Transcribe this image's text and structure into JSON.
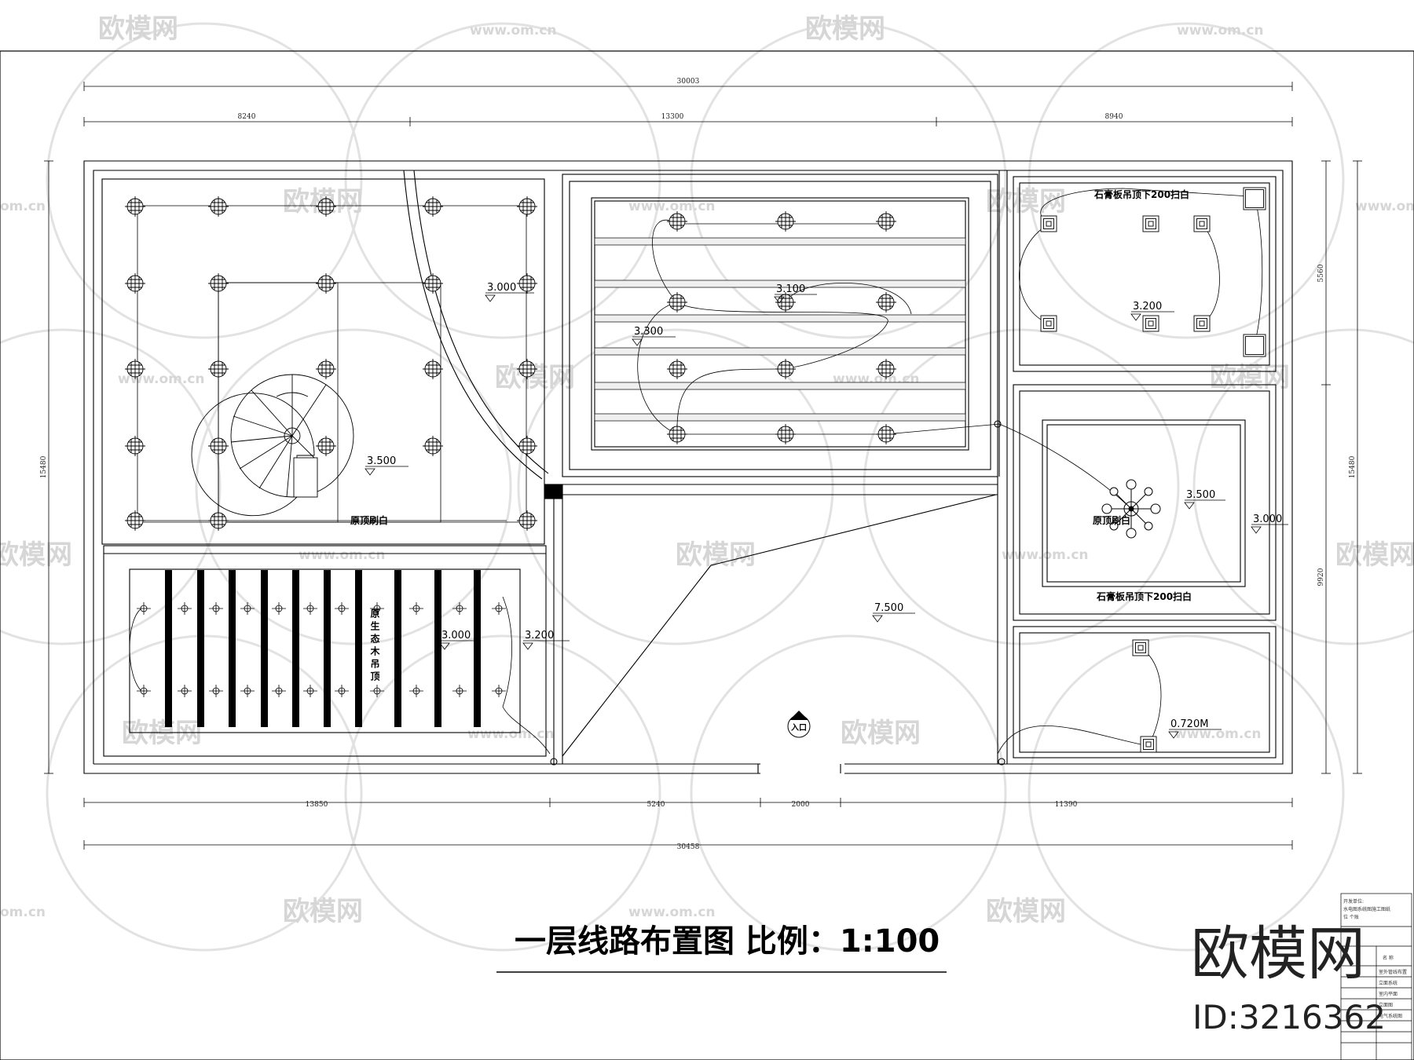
{
  "drawing": {
    "title": "一层线路布置图 比例：1:100",
    "dimensions": {
      "top_total": "30003",
      "top_segments": [
        "8240",
        "13300",
        "8940"
      ],
      "bottom_segments": [
        "13850",
        "5240",
        "2000",
        "11390"
      ],
      "bottom_total": "30458",
      "left_height": "15480",
      "right_height": "15480",
      "right_upper": "5560",
      "right_lower": "9920"
    },
    "elevations": {
      "nw_room": "3.000",
      "stair_area": "3.500",
      "center_upper": "3.100",
      "center_left": "3.300",
      "ne_room": "3.200",
      "east_room": "3.500",
      "east_side": "3.000",
      "hall": "7.500",
      "sw_inner": "3.000",
      "sw_outer": "3.200",
      "se_room": "0.720M"
    },
    "notes": {
      "ne_ceiling": "石膏板吊顶下200扫白",
      "east_ceiling_bottom": "石膏板吊顶下200扫白",
      "nw_ceiling": "原顶刷白",
      "east_ceiling": "原顶刷白",
      "wood_ceiling": "原生态木吊顶",
      "entrance": "入口"
    }
  },
  "watermark": {
    "brand": "欧模网",
    "url": "www.om.cn",
    "url_short": "om.cn"
  },
  "brand_block": {
    "name": "欧模网",
    "id": "ID:3216362"
  },
  "title_block": {
    "rows": [
      "开发单位:",
      "水电图系统图施工图纸",
      "位 个账",
      "名  称",
      "室外管线布置",
      "立面系统",
      "室内平面",
      "立面图",
      "电气系统图"
    ]
  },
  "colors": {
    "line": "#000000",
    "watermark": "#d6d6d6",
    "background": "#ffffff"
  },
  "icons": [
    "downlight-icon",
    "grille-light-icon",
    "chandelier-icon",
    "spiral-stair-icon",
    "elevation-marker-icon"
  ]
}
